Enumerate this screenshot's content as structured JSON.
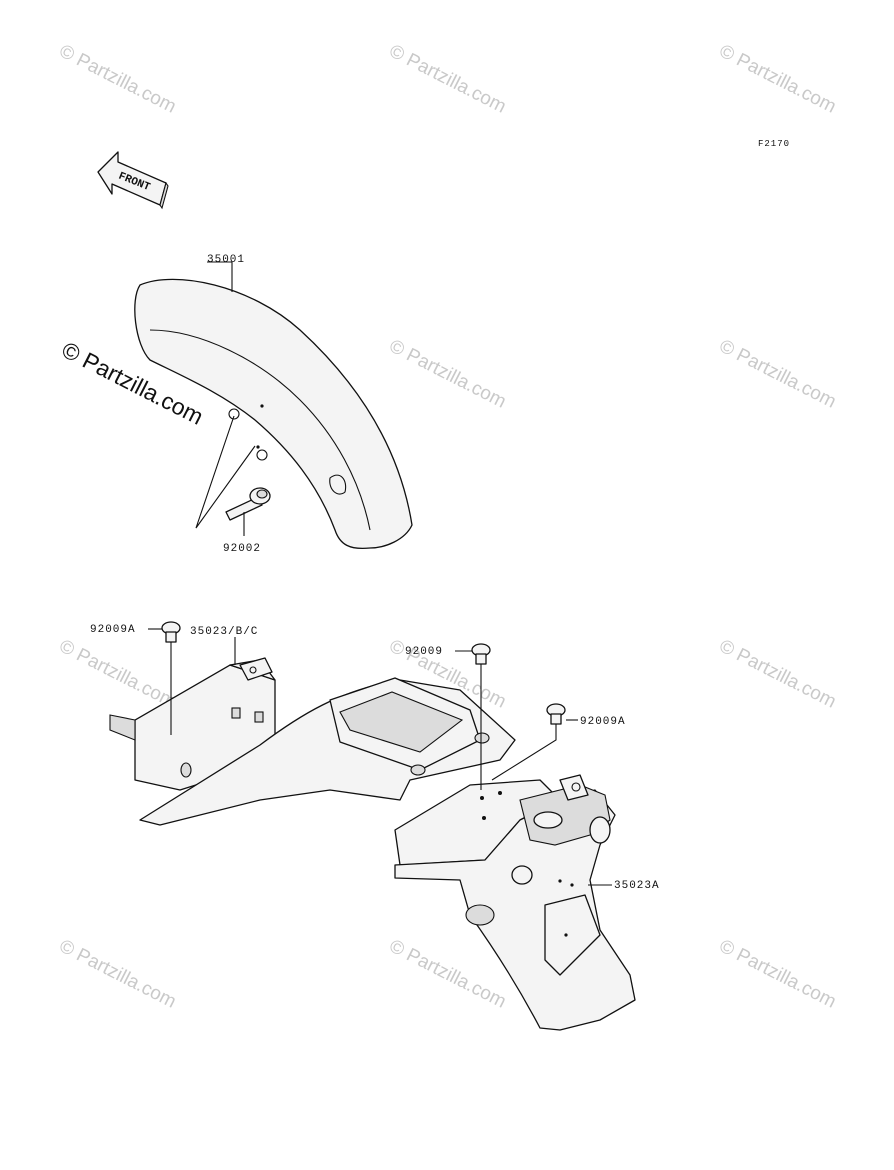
{
  "drawing_code": "F2170",
  "front_arrow": {
    "label": "FRONT",
    "icon": "front-direction-arrow-icon"
  },
  "watermark_text": "© Partzilla.com",
  "main_watermark_text": "© Partzilla.com",
  "callouts": {
    "front_fender": "35001",
    "front_bolt": "92002",
    "rear_bolt_left": "92009A",
    "rear_fender_inner": "35023/B/C",
    "rear_bolt_center": "92009",
    "rear_bolt_right": "92009A",
    "rear_fender_outer": "35023A"
  }
}
